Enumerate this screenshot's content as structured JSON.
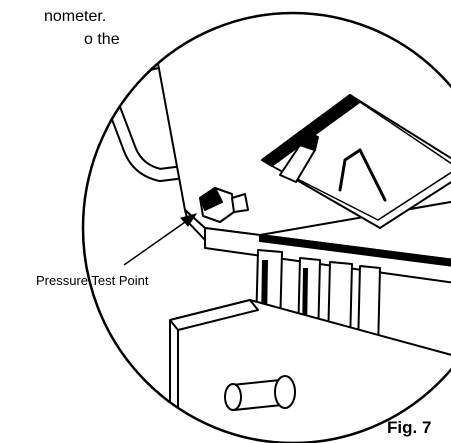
{
  "instructions": {
    "line_1": "nometer.",
    "line_2": "o the"
  },
  "callout": {
    "label": "Pressure Test Point"
  },
  "figure": {
    "label": "Fig. 7"
  }
}
